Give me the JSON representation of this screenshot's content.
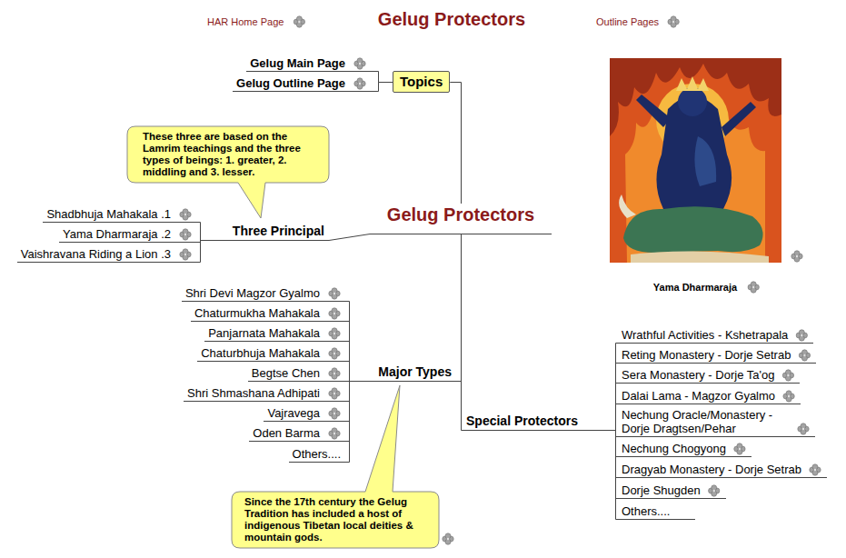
{
  "diagram": {
    "title": "Gelug Protectors",
    "nodes": [
      {
        "text": [
          "Topics"
        ]
      },
      {
        "text": [
          "Gelug Main Page"
        ]
      },
      {
        "text": [
          "Gelug Outline Page"
        ]
      },
      {
        "text": [
          "These three are based on the Lamrim teachings and the three types of beings: 1. greater, 2. middling and 3. lesser."
        ]
      },
      {
        "text": [
          "Gelug Protectors"
        ]
      },
      {
        "text": [
          "Three Principal"
        ]
      },
      {
        "text": [
          "Shadbhuja Mahakala .1"
        ]
      },
      {
        "text": [
          "Yama Dharmaraja .2"
        ]
      },
      {
        "text": [
          "Vaishravana Riding a Lion .3"
        ]
      },
      {
        "text": [
          "Major Types"
        ]
      },
      {
        "text": [
          "Shri Devi Magzor Gyalmo"
        ]
      },
      {
        "text": [
          "Chaturmukha Mahakala"
        ]
      },
      {
        "text": [
          "Panjarnata Mahakala"
        ]
      },
      {
        "text": [
          "Chaturbhuja Mahakala"
        ]
      },
      {
        "text": [
          "Begtse Chen"
        ]
      },
      {
        "text": [
          "Shri Shmashana Adhipati"
        ]
      },
      {
        "text": [
          "Vajravega"
        ]
      },
      {
        "text": [
          "Oden Barma"
        ]
      },
      {
        "text": [
          "Others...."
        ]
      },
      {
        "text": [
          "Since the 17th century the Gelug Tradition has included a host of indigenous Tibetan local deities & mountain gods."
        ]
      },
      {
        "text": [
          "Special Protectors"
        ]
      },
      {
        "text": [
          "Wrathful Activities - Kshetrapala"
        ]
      },
      {
        "text": [
          "Reting Monastery - Dorje Setrab"
        ]
      },
      {
        "text": [
          "Sera Monastery - Dorje Ta'og"
        ]
      },
      {
        "text": [
          "Dalai Lama - Magzor Gyalmo"
        ]
      },
      {
        "text": [
          "Nechung Oracle/Monastery - Dorje Dragtsen/Pehar"
        ]
      },
      {
        "text": [
          "Nechung Chogyong"
        ]
      },
      {
        "text": [
          "Dragyab Monastery - Dorje Setrab"
        ]
      },
      {
        "text": [
          "Dorje Shugden"
        ]
      },
      {
        "text": [
          "Others...."
        ]
      }
    ],
    "edges": [
      {
        "from": 4,
        "to": 0,
        "arrow": "none"
      },
      {
        "from": 0,
        "to": 1,
        "arrow": "none"
      },
      {
        "from": 0,
        "to": 2,
        "arrow": "none"
      },
      {
        "from": 4,
        "to": 5,
        "arrow": "none"
      },
      {
        "from": 5,
        "to": 6,
        "arrow": "none"
      },
      {
        "from": 5,
        "to": 7,
        "arrow": "none"
      },
      {
        "from": 5,
        "to": 8,
        "arrow": "none"
      },
      {
        "from": 4,
        "to": 9,
        "arrow": "none"
      },
      {
        "from": 9,
        "to": 10,
        "arrow": "none"
      },
      {
        "from": 9,
        "to": 11,
        "arrow": "none"
      },
      {
        "from": 9,
        "to": 12,
        "arrow": "none"
      },
      {
        "from": 9,
        "to": 13,
        "arrow": "none"
      },
      {
        "from": 9,
        "to": 14,
        "arrow": "none"
      },
      {
        "from": 9,
        "to": 15,
        "arrow": "none"
      },
      {
        "from": 9,
        "to": 16,
        "arrow": "none"
      },
      {
        "from": 9,
        "to": 17,
        "arrow": "none"
      },
      {
        "from": 9,
        "to": 18,
        "arrow": "none"
      },
      {
        "from": 4,
        "to": 20,
        "arrow": "none"
      },
      {
        "from": 20,
        "to": 21,
        "arrow": "none"
      },
      {
        "from": 20,
        "to": 22,
        "arrow": "none"
      },
      {
        "from": 20,
        "to": 23,
        "arrow": "none"
      },
      {
        "from": 20,
        "to": 24,
        "arrow": "none"
      },
      {
        "from": 20,
        "to": 25,
        "arrow": "none"
      },
      {
        "from": 20,
        "to": 26,
        "arrow": "none"
      },
      {
        "from": 20,
        "to": 27,
        "arrow": "none"
      },
      {
        "from": 20,
        "to": 28,
        "arrow": "none"
      },
      {
        "from": 20,
        "to": 29,
        "arrow": "none"
      }
    ],
    "labels": [
      "HAR Home Page",
      "Outline Pages",
      "Yama Dharmaraja"
    ]
  }
}
